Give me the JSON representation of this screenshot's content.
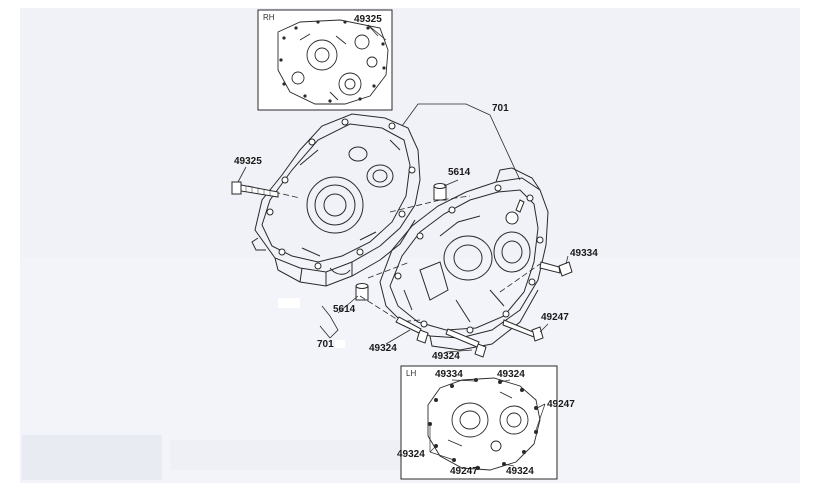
{
  "inset_rh": {
    "tag": "RH",
    "part": "49325"
  },
  "inset_lh": {
    "tag": "LH",
    "parts": {
      "a": "49334",
      "b": "49324",
      "c": "49247",
      "d": "49324",
      "e": "49247",
      "f": "49324"
    }
  },
  "labels": {
    "p701_top": "701",
    "p5614_top": "5614",
    "p49325": "49325",
    "p49334": "49334",
    "p49247": "49247",
    "p5614_bottom": "5614",
    "p701_bottom": "701",
    "p49324_left": "49324",
    "p49324_mid": "49324"
  },
  "colors": {
    "line": "#2a2a2a",
    "bg_wash": "#eef0f6"
  }
}
